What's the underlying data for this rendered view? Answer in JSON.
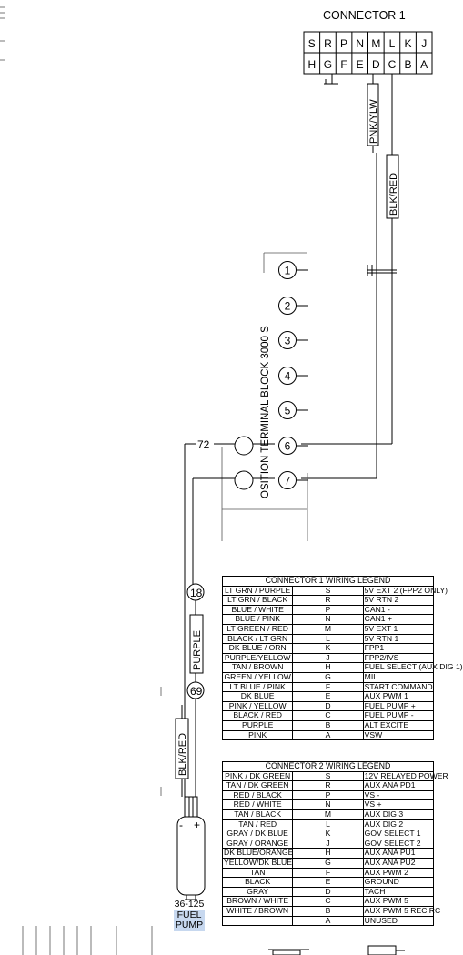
{
  "connector1": {
    "title": "CONNECTOR 1",
    "top_row": [
      "S",
      "R",
      "P",
      "N",
      "M",
      "L",
      "K",
      "J"
    ],
    "bottom_row": [
      "H",
      "G",
      "F",
      "E",
      "D",
      "C",
      "B",
      "A"
    ]
  },
  "wire_labels": {
    "pnk_ylw": "PNK/YLW",
    "blk_red_upper": "BLK/RED",
    "purple": "PURPLE",
    "blk_red_lower": "BLK/RED"
  },
  "terminal_block": {
    "title_fragment": "OSITION TERMINAL BLOCK 3000 S",
    "terminals": [
      "1",
      "2",
      "3",
      "4",
      "5",
      "6",
      "7"
    ]
  },
  "wire_numbers": {
    "w72": "72",
    "w18": "18",
    "w69": "69"
  },
  "fuel_pump": {
    "minus": "-",
    "plus": "+",
    "part_number": "36-125",
    "line1": "FUEL",
    "line2": "PUMP"
  },
  "legend1": {
    "title": "CONNECTOR 1 WIRING LEGEND",
    "rows": [
      {
        "color": "LT GRN / PURPLE",
        "pin": "S",
        "function": "5V EXT 2 (FPP2 ONLY)"
      },
      {
        "color": "LT GRN / BLACK",
        "pin": "R",
        "function": "5V RTN 2"
      },
      {
        "color": "BLUE / WHITE",
        "pin": "P",
        "function": "CAN1 -"
      },
      {
        "color": "BLUE / PINK",
        "pin": "N",
        "function": "CAN1 +"
      },
      {
        "color": "LT GREEN / RED",
        "pin": "M",
        "function": "5V EXT 1"
      },
      {
        "color": "BLACK / LT GRN",
        "pin": "L",
        "function": "5V RTN 1"
      },
      {
        "color": "DK BLUE / ORN",
        "pin": "K",
        "function": "FPP1"
      },
      {
        "color": "PURPLE/YELLOW",
        "pin": "J",
        "function": "FPP2/IVS"
      },
      {
        "color": "TAN / BROWN",
        "pin": "H",
        "function": "FUEL SELECT (AUX DIG 1)"
      },
      {
        "color": "GREEN / YELLOW",
        "pin": "G",
        "function": "MIL"
      },
      {
        "color": "LT BLUE / PINK",
        "pin": "F",
        "function": "START COMMAND"
      },
      {
        "color": "DK BLUE",
        "pin": "E",
        "function": "AUX PWM 1"
      },
      {
        "color": "PINK / YELLOW",
        "pin": "D",
        "function": "FUEL PUMP +"
      },
      {
        "color": "BLACK / RED",
        "pin": "C",
        "function": "FUEL PUMP -"
      },
      {
        "color": "PURPLE",
        "pin": "B",
        "function": "ALT EXCITE"
      },
      {
        "color": "PINK",
        "pin": "A",
        "function": "VSW"
      }
    ]
  },
  "legend2": {
    "title": "CONNECTOR 2 WIRING LEGEND",
    "rows": [
      {
        "color": "PINK / DK GREEN",
        "pin": "S",
        "function": "12V RELAYED POWER"
      },
      {
        "color": "TAN / DK GREEN",
        "pin": "R",
        "function": "AUX ANA PD1"
      },
      {
        "color": "RED / BLACK",
        "pin": "P",
        "function": "VS -"
      },
      {
        "color": "RED / WHITE",
        "pin": "N",
        "function": "VS +"
      },
      {
        "color": "TAN / BLACK",
        "pin": "M",
        "function": "AUX DIG 3"
      },
      {
        "color": "TAN / RED",
        "pin": "L",
        "function": "AUX DIG 2"
      },
      {
        "color": "GRAY / DK BLUE",
        "pin": "K",
        "function": "GOV SELECT 1"
      },
      {
        "color": "GRAY / ORANGE",
        "pin": "J",
        "function": "GOV SELECT 2"
      },
      {
        "color": "DK BLUE/ORANGE",
        "pin": "H",
        "function": "AUX ANA PU1"
      },
      {
        "color": "YELLOW/DK BLUE",
        "pin": "G",
        "function": "AUX ANA PU2"
      },
      {
        "color": "TAN",
        "pin": "F",
        "function": "AUX PWM 2"
      },
      {
        "color": "BLACK",
        "pin": "E",
        "function": "GROUND"
      },
      {
        "color": "GRAY",
        "pin": "D",
        "function": "TACH"
      },
      {
        "color": "BROWN / WHITE",
        "pin": "C",
        "function": "AUX PWM 5"
      },
      {
        "color": "WHITE / BROWN",
        "pin": "B",
        "function": "AUX PWM 5 RECIRC"
      },
      {
        "color": "",
        "pin": "A",
        "function": "UNUSED"
      }
    ]
  },
  "colors": {
    "line": "#000000",
    "pump_label_highlight": "#c7d8ef"
  }
}
